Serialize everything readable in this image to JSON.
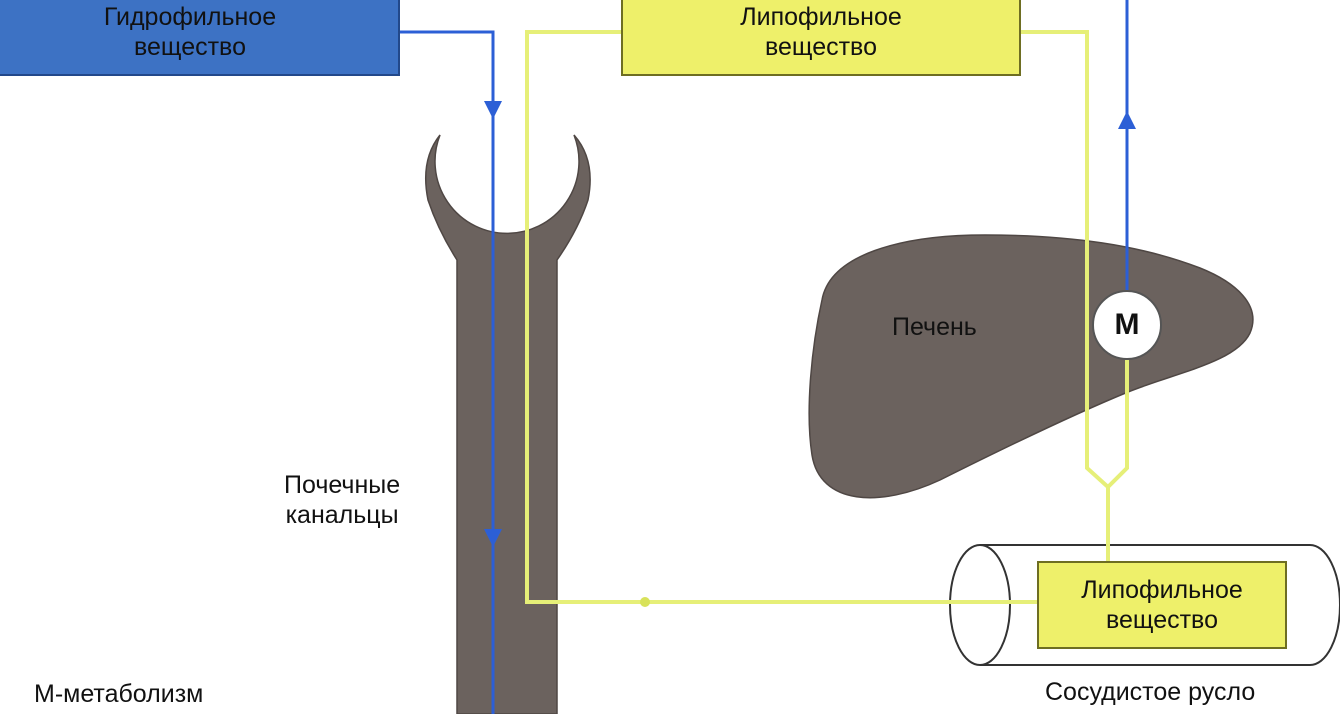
{
  "boxes": {
    "hydrophilic": "Гидрофильное\nвещество",
    "lipophilic_top": "Липофильное\nвещество",
    "lipophilic_vessel": "Липофильное\nвещество"
  },
  "labels": {
    "liver": "Печень",
    "renal_tubules": "Почечные\nканальцы",
    "metabolism_marker": "М",
    "legend": "М-метаболизм",
    "vessel": "Сосудистое русло"
  },
  "colors": {
    "hydrophilic_fill": "#3d72c4",
    "lipophilic_fill": "#eef06a",
    "organ_fill": "#6b625e",
    "blue_flow": "#2c5fd6",
    "yellow_flow": "#e6ef78"
  }
}
